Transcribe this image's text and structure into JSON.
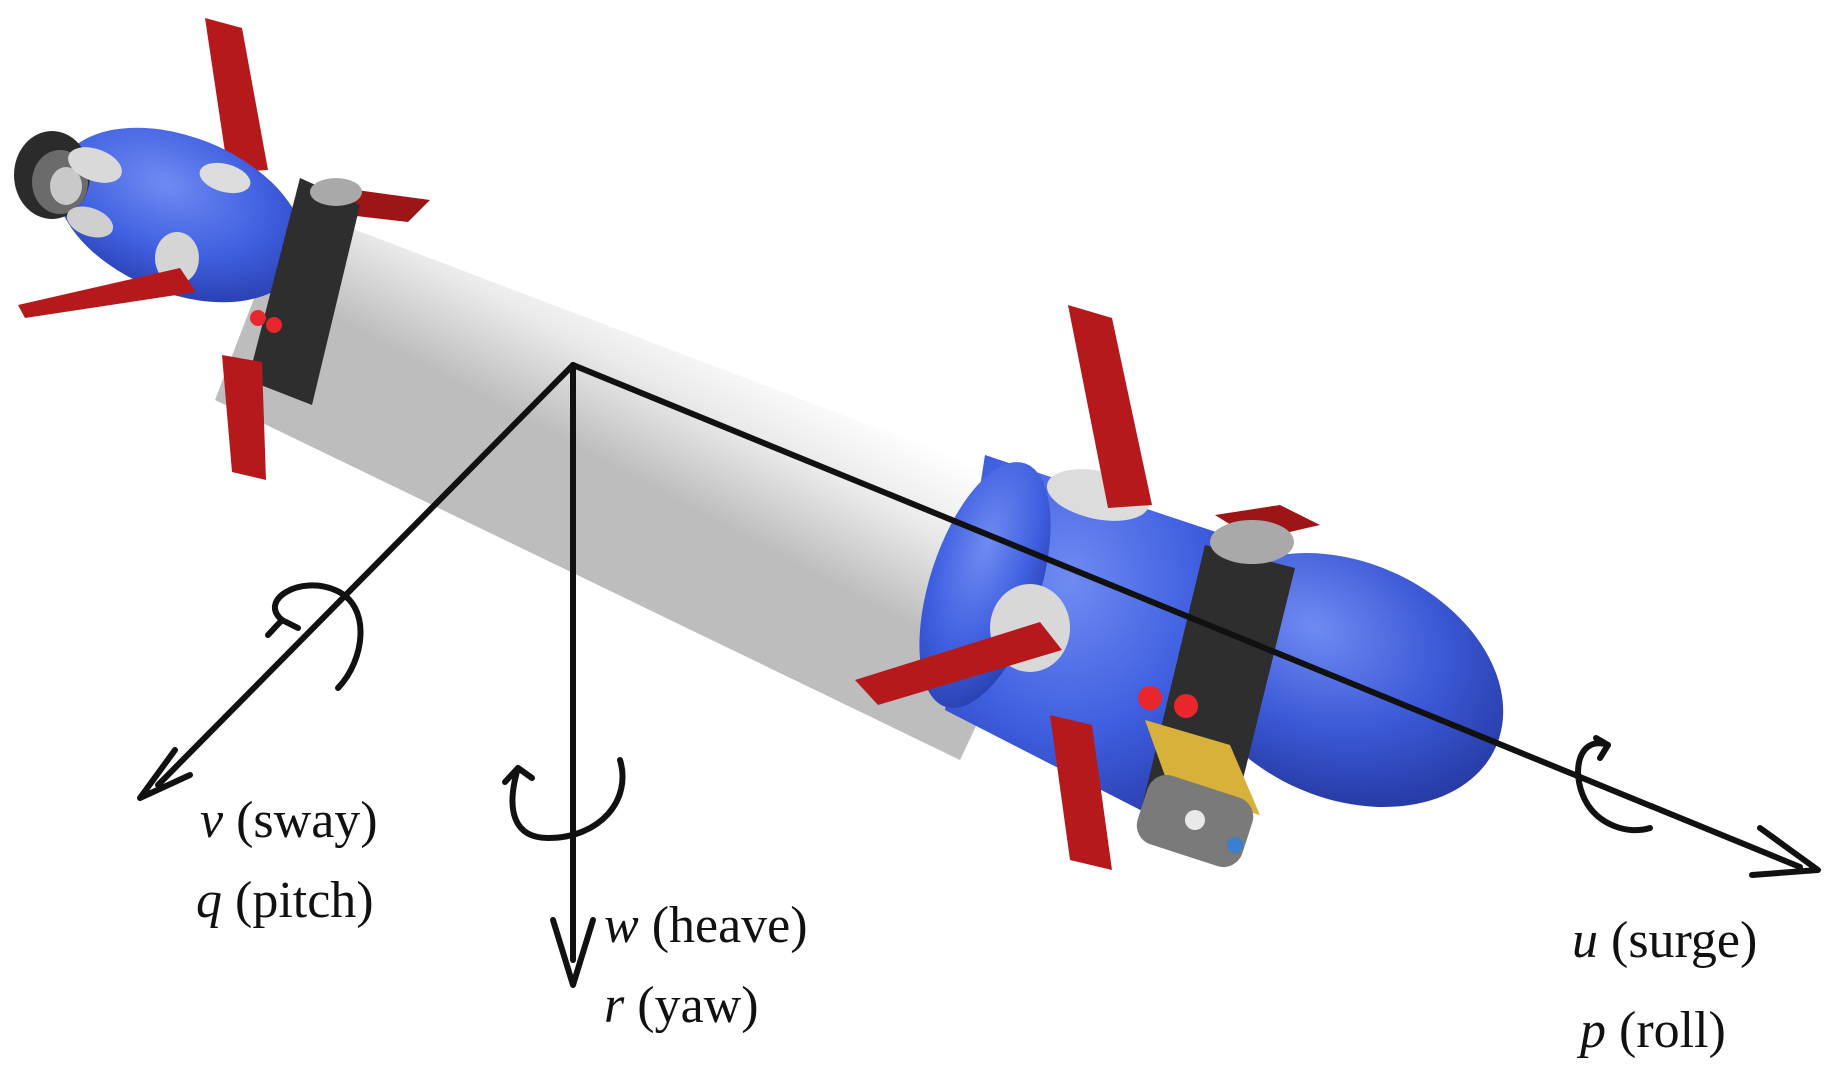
{
  "colors": {
    "hull": "#e4e4e4",
    "hull_shade": "#b8b8b8",
    "body_blue": "#3f5fe0",
    "body_blue_dark": "#2a3fb0",
    "fin": "#b5191c",
    "band": "#2e2e2e",
    "bolt": "#a9a9a9",
    "sensor_plate": "#d8b13a",
    "led": "#e8262c",
    "axis": "#111111"
  },
  "icons": {
    "rotation": "curved-arrow-icon",
    "axis_tip": "arrowhead-icon"
  },
  "axes": {
    "sway": {
      "sym": "v",
      "text": " (sway)"
    },
    "pitch": {
      "sym": "q",
      "text": " (pitch)"
    },
    "heave": {
      "sym": "w",
      "text": " (heave)"
    },
    "yaw": {
      "sym": "r",
      "text": " (yaw)"
    },
    "surge": {
      "sym": "u",
      "text": " (surge)"
    },
    "roll": {
      "sym": "p",
      "text": " (roll)"
    }
  }
}
